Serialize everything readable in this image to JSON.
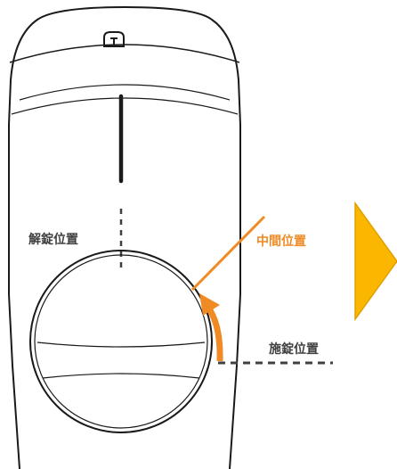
{
  "labels": {
    "unlocked": "解錠位置",
    "middle": "中間位置",
    "locked": "施錠位置"
  },
  "colors": {
    "outline": "#1a1a1a",
    "label_dark": "#404040",
    "accent_orange": "#f08a24",
    "arrow_fill": "#fbb600",
    "arrow_stroke": "#e0a000"
  },
  "icons": {
    "lock_icon": "lock-icon",
    "next_arrow": "triangle-right"
  }
}
